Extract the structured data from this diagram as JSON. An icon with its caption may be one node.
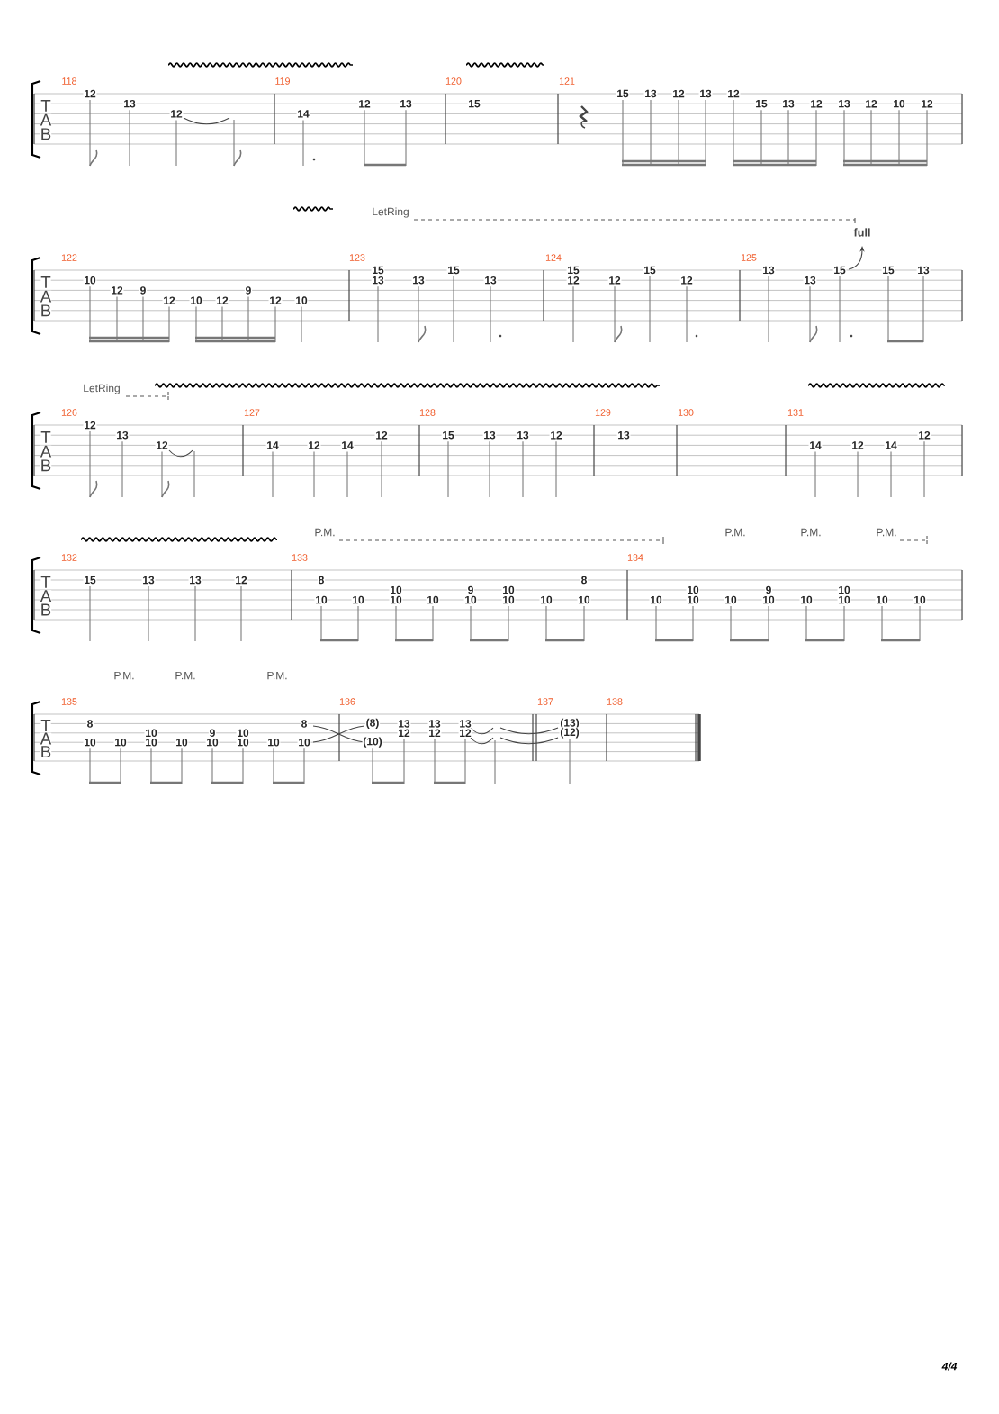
{
  "diagram": {
    "labels": [
      "T",
      "A",
      "B",
      "118",
      "12",
      "13",
      "12",
      "119",
      "14",
      "12",
      "13",
      "120",
      "15",
      "121",
      "15",
      "13",
      "12",
      "13",
      "12",
      "15",
      "13",
      "12",
      "13",
      "12",
      "10",
      "12",
      "LetRing",
      "full",
      "T",
      "A",
      "B",
      "122",
      "10",
      "12",
      "9",
      "12",
      "10",
      "12",
      "9",
      "12",
      "10",
      "123",
      "15",
      "13",
      "13",
      "15",
      "13",
      "124",
      "15",
      "12",
      "12",
      "15",
      "12",
      "125",
      "13",
      "13",
      "15",
      "15",
      "13",
      "LetRing",
      "T",
      "A",
      "B",
      "126",
      "12",
      "13",
      "12",
      "127",
      "14",
      "12",
      "14",
      "12",
      "128",
      "15",
      "13",
      "13",
      "12",
      "129",
      "13",
      "130",
      "131",
      "14",
      "12",
      "14",
      "12",
      "P.M.",
      "P.M.",
      "P.M.",
      "P.M.",
      "T",
      "A",
      "B",
      "132",
      "15",
      "13",
      "13",
      "12",
      "133",
      "8",
      "10",
      "10",
      "10",
      "10",
      "10",
      "9",
      "10",
      "10",
      "10",
      "10",
      "8",
      "10",
      "134",
      "10",
      "10",
      "10",
      "10",
      "9",
      "10",
      "10",
      "10",
      "10",
      "10",
      "10",
      "P.M.",
      "P.M.",
      "P.M.",
      "T",
      "A",
      "B",
      "135",
      "8",
      "10",
      "10",
      "10",
      "10",
      "10",
      "9",
      "10",
      "10",
      "10",
      "10",
      "8",
      "10",
      "136",
      "(8)",
      "(10)",
      "13",
      "12",
      "13",
      "12",
      "13",
      "12",
      "137",
      "(13)",
      "(12)",
      "138",
      "4/4"
    ]
  }
}
